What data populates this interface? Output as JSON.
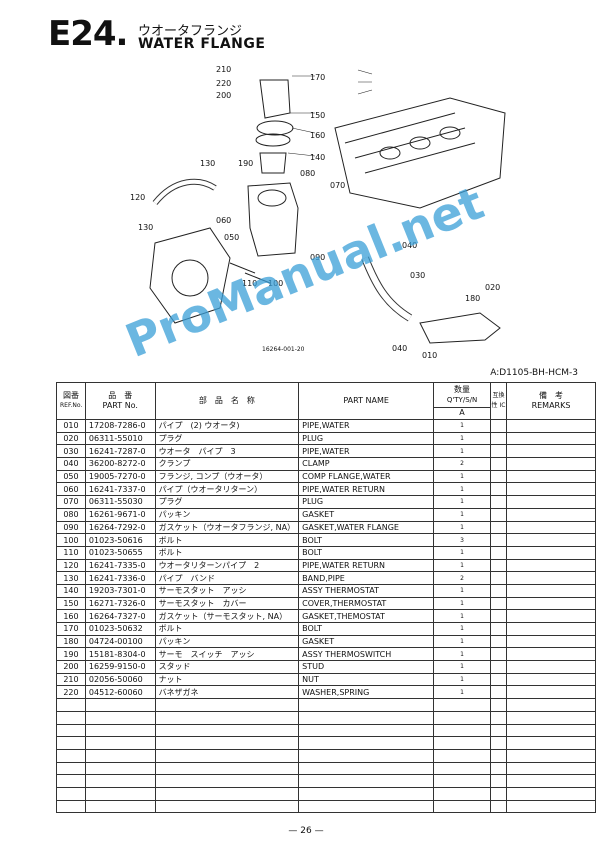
{
  "header": {
    "code": "E24.",
    "title_jp": "ウオータフランジ",
    "title_en": "WATER FLANGE"
  },
  "diagram": {
    "callouts": [
      "210",
      "220",
      "200",
      "170",
      "150",
      "160",
      "140",
      "130",
      "190",
      "120",
      "130",
      "080",
      "070",
      "060",
      "050",
      "090",
      "110",
      "100",
      "040",
      "030",
      "180",
      "020",
      "040",
      "010"
    ],
    "figure_no": "16264-001-20"
  },
  "model_code": "A:D1105-BH-HCM-3",
  "watermark": "ProManual.net",
  "table": {
    "headers": {
      "ref_jp": "図番",
      "ref_en": "REF.No.",
      "part_no_jp": "品　番",
      "part_no_en": "PART No.",
      "name_jp": "部　品　名　称",
      "name_en": "PART NAME",
      "qty_jp": "数量",
      "qty_en": "Q'TY/S/N",
      "qty_a": "A",
      "interchange": "互換性 IC",
      "remarks_jp": "備　考",
      "remarks_en": "REMARKS"
    },
    "rows": [
      {
        "ref": "010",
        "part_no": "17208-7286-0",
        "name_jp": "パイプ　(2) ウオータ)",
        "name_en": "PIPE,WATER",
        "qty": "1"
      },
      {
        "ref": "020",
        "part_no": "06311-55010",
        "name_jp": "プラグ",
        "name_en": "PLUG",
        "qty": "1"
      },
      {
        "ref": "030",
        "part_no": "16241-7287-0",
        "name_jp": "ウオータ　パイプ　3",
        "name_en": "PIPE,WATER",
        "qty": "1"
      },
      {
        "ref": "040",
        "part_no": "36200-8272-0",
        "name_jp": "クランプ",
        "name_en": "CLAMP",
        "qty": "2"
      },
      {
        "ref": "050",
        "part_no": "19005-7270-0",
        "name_jp": "フランジ, コンプ（ウオータ）",
        "name_en": "COMP FLANGE,WATER",
        "qty": "1"
      },
      {
        "ref": "060",
        "part_no": "16241-7337-0",
        "name_jp": "パイプ（ウオータリターン）",
        "name_en": "PIPE,WATER RETURN",
        "qty": "1"
      },
      {
        "ref": "070",
        "part_no": "06311-55030",
        "name_jp": "プラグ",
        "name_en": "PLUG",
        "qty": "1"
      },
      {
        "ref": "080",
        "part_no": "16261-9671-0",
        "name_jp": "パッキン",
        "name_en": "GASKET",
        "qty": "1"
      },
      {
        "ref": "090",
        "part_no": "16264-7292-0",
        "name_jp": "ガスケット（ウオータフランジ, NA）",
        "name_en": "GASKET,WATER FLANGE",
        "qty": "1"
      },
      {
        "ref": "100",
        "part_no": "01023-50616",
        "name_jp": "ボルト",
        "name_en": "BOLT",
        "qty": "3"
      },
      {
        "ref": "110",
        "part_no": "01023-50655",
        "name_jp": "ボルト",
        "name_en": "BOLT",
        "qty": "1"
      },
      {
        "ref": "120",
        "part_no": "16241-7335-0",
        "name_jp": "ウオータリターンパイプ　2",
        "name_en": "PIPE,WATER RETURN",
        "qty": "1"
      },
      {
        "ref": "130",
        "part_no": "16241-7336-0",
        "name_jp": "パイプ　バンド",
        "name_en": "BAND,PIPE",
        "qty": "2"
      },
      {
        "ref": "140",
        "part_no": "19203-7301-0",
        "name_jp": "サーモスタット　アッシ",
        "name_en": "ASSY THERMOSTAT",
        "qty": "1"
      },
      {
        "ref": "150",
        "part_no": "16271-7326-0",
        "name_jp": "サーモスタット　カバー",
        "name_en": "COVER,THERMOSTAT",
        "qty": "1"
      },
      {
        "ref": "160",
        "part_no": "16264-7327-0",
        "name_jp": "ガスケット（サーモスタット, NA）",
        "name_en": "GASKET,THEMOSTAT",
        "qty": "1"
      },
      {
        "ref": "170",
        "part_no": "01023-50632",
        "name_jp": "ボルト",
        "name_en": "BOLT",
        "qty": "1"
      },
      {
        "ref": "180",
        "part_no": "04724-00100",
        "name_jp": "パッキン",
        "name_en": "GASKET",
        "qty": "1"
      },
      {
        "ref": "190",
        "part_no": "15181-8304-0",
        "name_jp": "サーモ　スイッチ　アッシ",
        "name_en": "ASSY THERMOSWITCH",
        "qty": "1"
      },
      {
        "ref": "200",
        "part_no": "16259-9150-0",
        "name_jp": "スタッド",
        "name_en": "STUD",
        "qty": "1"
      },
      {
        "ref": "210",
        "part_no": "02056-50060",
        "name_jp": "ナット",
        "name_en": "NUT",
        "qty": "1"
      },
      {
        "ref": "220",
        "part_no": "04512-60060",
        "name_jp": "バネザガネ",
        "name_en": "WASHER,SPRING",
        "qty": "1"
      }
    ],
    "empty_rows": 9
  },
  "footer": {
    "page": "— 26 —"
  }
}
